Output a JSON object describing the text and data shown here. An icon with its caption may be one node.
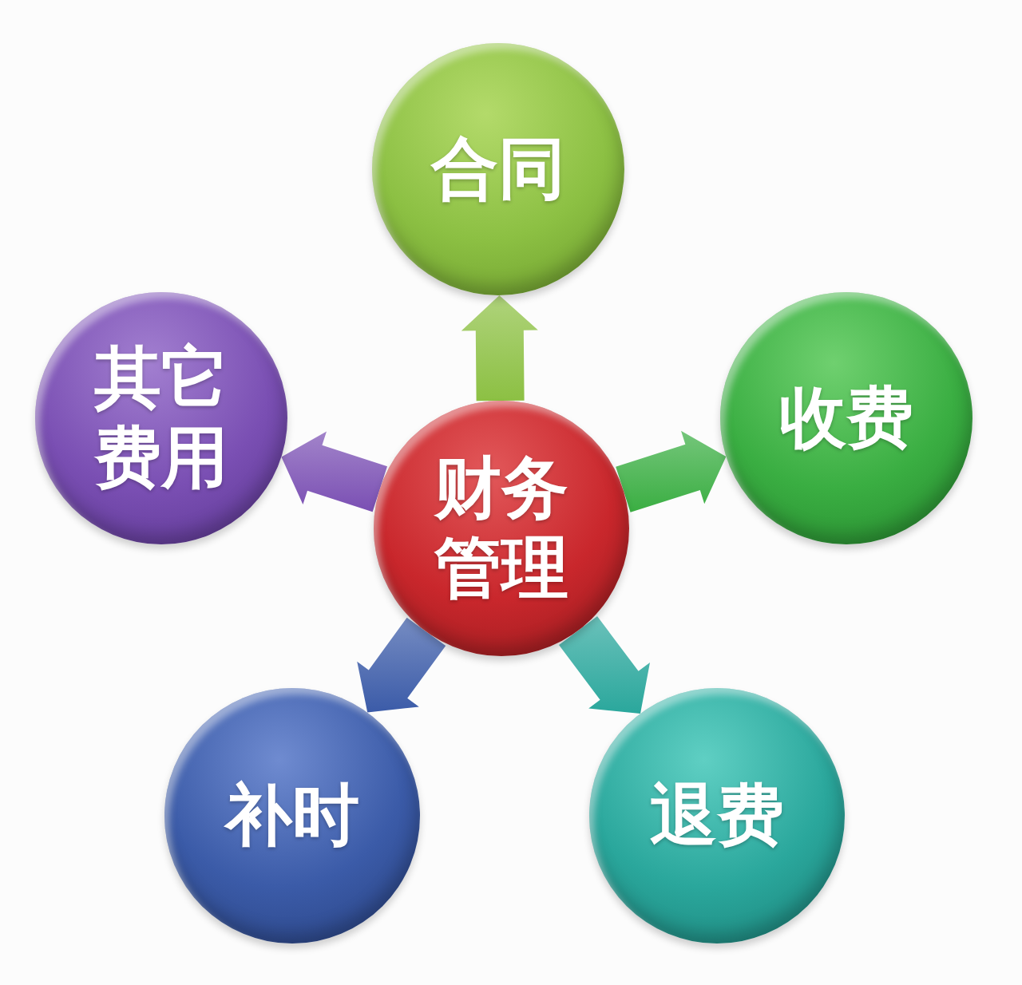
{
  "diagram": {
    "nodes": [
      {
        "text": [
          "合同"
        ]
      },
      {
        "text": [
          "其它费用"
        ]
      },
      {
        "text": [
          "财务管理"
        ]
      },
      {
        "text": [
          "收费"
        ]
      },
      {
        "text": [
          "补时"
        ]
      },
      {
        "text": [
          "退费"
        ]
      }
    ],
    "edges": [
      {
        "from": 2,
        "to": 0,
        "arrow": "to",
        "color": "#8cc043"
      },
      {
        "from": 2,
        "to": 1,
        "arrow": "to",
        "color": "#7a4fb3"
      },
      {
        "from": 2,
        "to": 3,
        "arrow": "to",
        "color": "#3aae42"
      },
      {
        "from": 2,
        "to": 4,
        "arrow": "to",
        "color": "#3b5ba8"
      },
      {
        "from": 2,
        "to": 5,
        "arrow": "to",
        "color": "#2aa79c"
      }
    ]
  }
}
